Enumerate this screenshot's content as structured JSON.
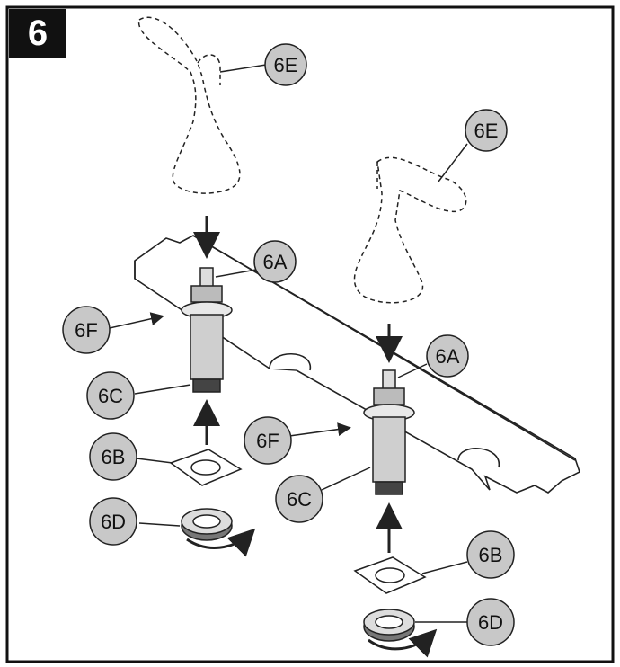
{
  "step_number": "6",
  "callouts": {
    "handle_left": "6E",
    "handle_right": "6E",
    "stem_left": "6A",
    "stem_right": "6A",
    "flange_left": "6F",
    "flange_right": "6F",
    "valve_body_left": "6C",
    "valve_body_right": "6C",
    "gasket_left": "6B",
    "gasket_right": "6B",
    "locknut_left": "6D",
    "locknut_right": "6D"
  },
  "colors": {
    "callout_fill": "#c8c8c8",
    "line": "#222222",
    "badge": "#111111"
  }
}
